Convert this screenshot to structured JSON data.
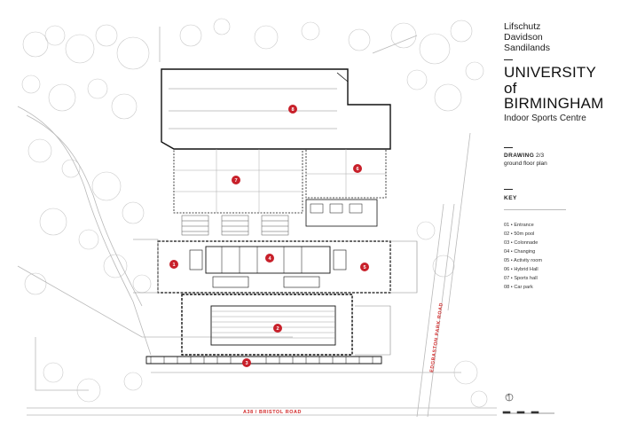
{
  "firm": {
    "line1": "Lifschutz",
    "line2": "Davidson",
    "line3": "Sandilands"
  },
  "client": {
    "line1": "UNIVERSITY",
    "line2": "of",
    "line3": "BIRMINGHAM"
  },
  "project": "Indoor Sports Centre",
  "drawing": {
    "label": "DRAWING",
    "number": "2/3",
    "title": "ground floor plan"
  },
  "key": {
    "heading": "KEY",
    "items": [
      {
        "num": "01",
        "label": "Entrance"
      },
      {
        "num": "02",
        "label": "50m pool"
      },
      {
        "num": "03",
        "label": "Colonnade"
      },
      {
        "num": "04",
        "label": "Changing"
      },
      {
        "num": "05",
        "label": "Activity room"
      },
      {
        "num": "06",
        "label": "Hybrid Hall"
      },
      {
        "num": "07",
        "label": "Sports hall"
      },
      {
        "num": "08",
        "label": "Car park"
      }
    ]
  },
  "roads": {
    "south": "A38 / BRISTOL ROAD",
    "east": "EDGBASTON PARK ROAD"
  },
  "markers": [
    "1",
    "2",
    "3",
    "4",
    "5",
    "6",
    "7",
    "8"
  ],
  "colors": {
    "marker": "#c8202a",
    "road_label": "#d12a2a",
    "ink": "#111111",
    "site_lines": "#b9b9b9"
  }
}
